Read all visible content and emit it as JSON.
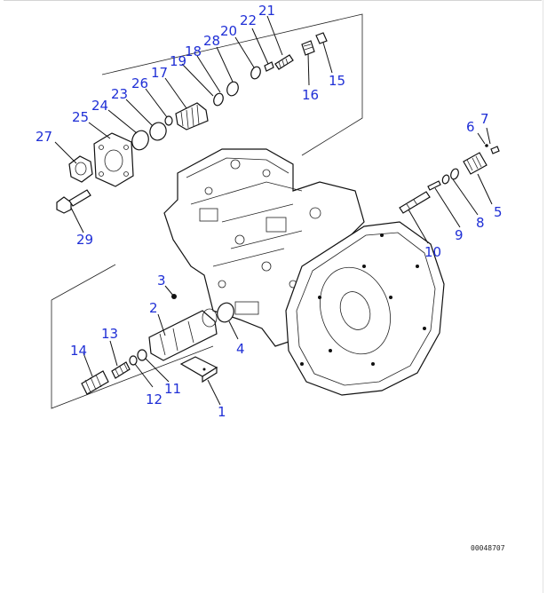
{
  "diagram": {
    "drawing_code": "00048707",
    "callouts": [
      "21",
      "22",
      "20",
      "28",
      "18",
      "19",
      "17",
      "26",
      "23",
      "24",
      "25",
      "27",
      "29",
      "16",
      "15",
      "6",
      "7",
      "5",
      "8",
      "9",
      "10",
      "3",
      "2",
      "4",
      "13",
      "14",
      "12",
      "11",
      "1"
    ],
    "colors": {
      "callout": "#1f2fd6",
      "line": "#111111"
    }
  }
}
